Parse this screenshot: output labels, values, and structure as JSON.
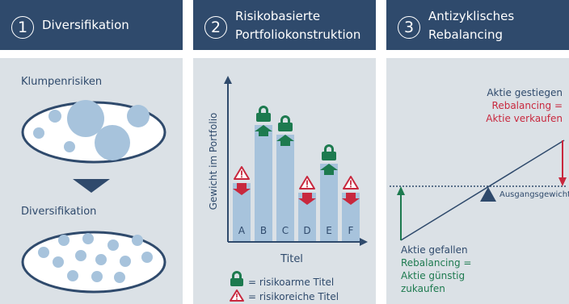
{
  "panels": [
    {
      "number": "1",
      "title_lines": [
        "Diversifikation"
      ]
    },
    {
      "number": "2",
      "title_lines": [
        "Risikobasierte",
        "Portfoliokonstruktion"
      ]
    },
    {
      "number": "3",
      "title_lines": [
        "Antizyklisches",
        "Rebalancing"
      ]
    }
  ],
  "panel1": {
    "label_top": "Klumpenrisiken",
    "label_bottom": "Diversifikation"
  },
  "panel2": {
    "y_axis_label": "Gewicht im Portfolio",
    "x_axis_label": "Titel",
    "bars": [
      {
        "label": "A",
        "weight": 3,
        "risk": "high",
        "arrow": "down"
      },
      {
        "label": "B",
        "weight": 6,
        "risk": "low",
        "arrow": "up"
      },
      {
        "label": "C",
        "weight": 5.5,
        "risk": "low",
        "arrow": "up"
      },
      {
        "label": "D",
        "weight": 2.5,
        "risk": "high",
        "arrow": "down"
      },
      {
        "label": "E",
        "weight": 4,
        "risk": "low",
        "arrow": "up"
      },
      {
        "label": "F",
        "weight": 2.5,
        "risk": "high",
        "arrow": "down"
      }
    ],
    "legend": [
      {
        "icon": "lock-icon",
        "text": "= risikoarme Titel"
      },
      {
        "icon": "warning-icon",
        "text": "= risikoreiche Titel"
      }
    ]
  },
  "panel3": {
    "top_text": [
      "Aktie gestiegen",
      "Rebalancing =",
      "Aktie verkaufen"
    ],
    "baseline_label": "Ausgangsgewicht",
    "bottom_text": [
      "Aktie gefallen",
      "Rebalancing =",
      "Aktie günstig",
      "zukaufen"
    ]
  },
  "colors": {
    "navy": "#2f4a6c",
    "bubble": "#a7c3dc",
    "green": "#1d7a4f",
    "red": "#c8283e",
    "bar": "#a7c3dc"
  }
}
